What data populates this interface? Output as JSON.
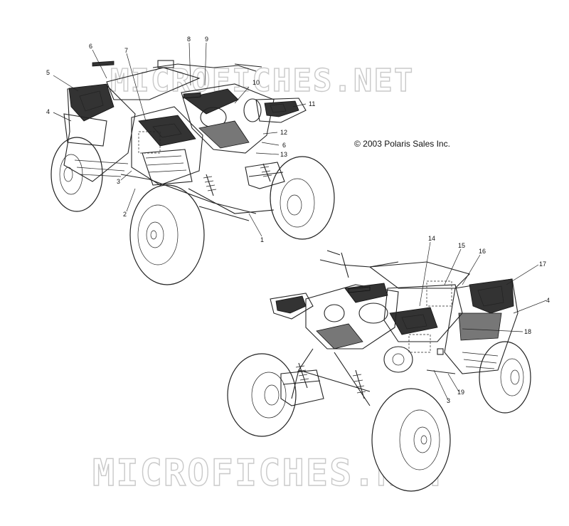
{
  "watermark": {
    "text": "MICROFICHES.NET",
    "color": "#c9c9c9"
  },
  "copyright": "© 2003 Polaris Sales Inc.",
  "callouts_top": [
    "6",
    "7",
    "8",
    "9",
    "10",
    "11",
    "12",
    "6",
    "13",
    "5",
    "4",
    "3",
    "2",
    "1"
  ],
  "callouts_bottom": [
    "14",
    "15",
    "16",
    "17",
    "4",
    "18",
    "3",
    "19"
  ]
}
